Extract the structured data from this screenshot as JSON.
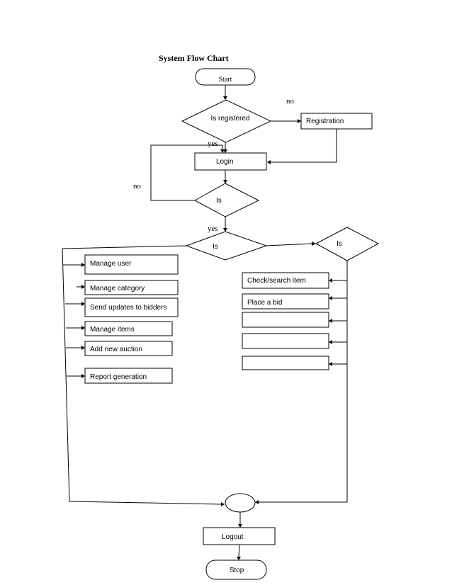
{
  "title": "System Flow Chart",
  "nodes": {
    "start": "Start",
    "is_registered": "Is registered",
    "registration": "Registration",
    "login": "Login",
    "is_valid": "Is",
    "is_admin": "Is",
    "is_bidder": "Is",
    "manage_user": "Manage user",
    "manage_category": "Manage category",
    "send_updates": "Send updates to bidders",
    "manage_items": "Manage items",
    "add_new_auction": "Add new auction",
    "report_generation": "Report generation",
    "check_search_item": "Check/search item",
    "place_a_bid": "Place a bid",
    "blank_box_1": "",
    "blank_box_2": "",
    "blank_box_3": "",
    "merge": "",
    "logout": "Logout",
    "stop": "Stop"
  },
  "edge_labels": {
    "no_registration": "no",
    "yes_registered": "yes",
    "no_login": "no",
    "yes_login": "yes"
  }
}
